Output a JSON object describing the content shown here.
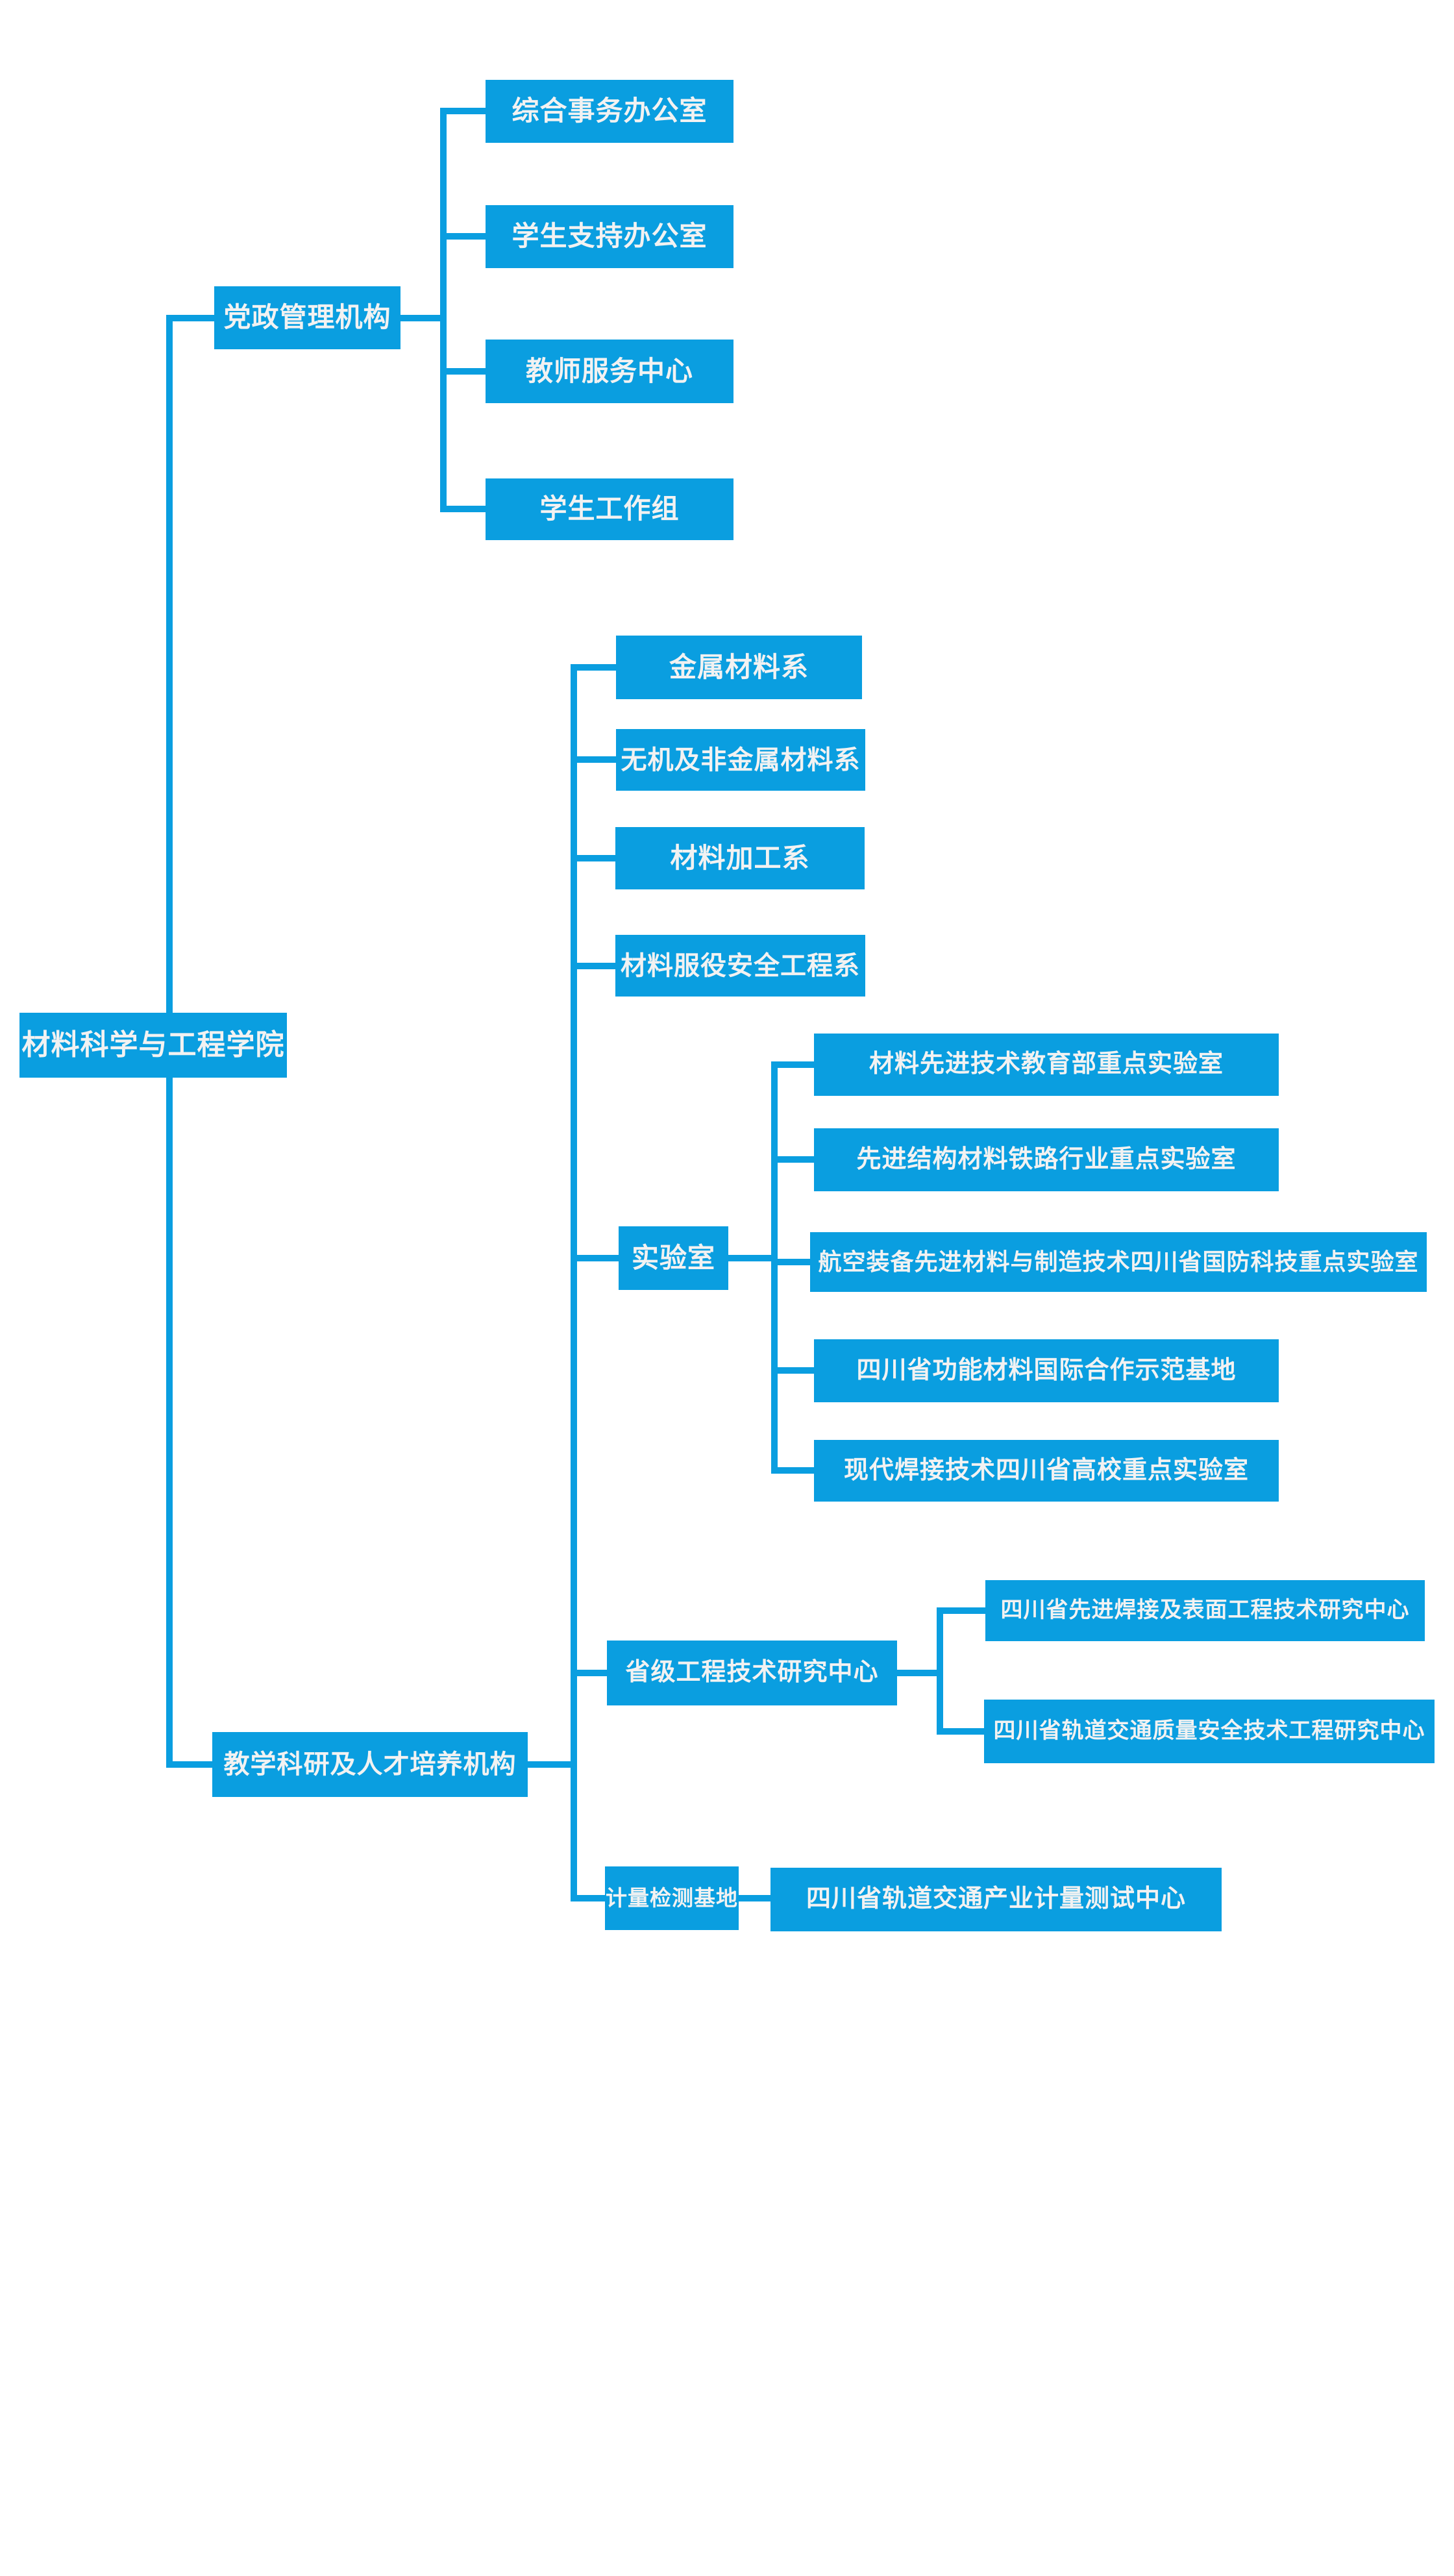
{
  "colors": {
    "node_fill": "#0a9ee0",
    "node_text": "#f2f2f2",
    "connector": "#0a9ee0",
    "background": "#ffffff"
  },
  "chart": {
    "type": "org-chart",
    "root": {
      "label": "材料科学与工程学院",
      "children": [
        {
          "label": "党政管理机构",
          "children": [
            {
              "label": "综合事务办公室"
            },
            {
              "label": "学生支持办公室"
            },
            {
              "label": "教师服务中心"
            },
            {
              "label": "学生工作组"
            }
          ]
        },
        {
          "label": "教学科研及人才培养机构",
          "children": [
            {
              "label": "金属材料系"
            },
            {
              "label": "无机及非金属材料系"
            },
            {
              "label": "材料加工系"
            },
            {
              "label": "材料服役安全工程系"
            },
            {
              "label": "实验室",
              "children": [
                {
                  "label": "材料先进技术教育部重点实验室"
                },
                {
                  "label": "先进结构材料铁路行业重点实验室"
                },
                {
                  "label": "航空装备先进材料与制造技术四川省国防科技重点实验室"
                },
                {
                  "label": "四川省功能材料国际合作示范基地"
                },
                {
                  "label": "现代焊接技术四川省高校重点实验室"
                }
              ]
            },
            {
              "label": "省级工程技术研究中心",
              "children": [
                {
                  "label": "四川省先进焊接及表面工程技术研究中心"
                },
                {
                  "label": "四川省轨道交通质量安全技术工程研究中心"
                }
              ]
            },
            {
              "label": "计量检测基地",
              "children": [
                {
                  "label": "四川省轨道交通产业计量测试中心"
                }
              ]
            }
          ]
        }
      ]
    }
  }
}
